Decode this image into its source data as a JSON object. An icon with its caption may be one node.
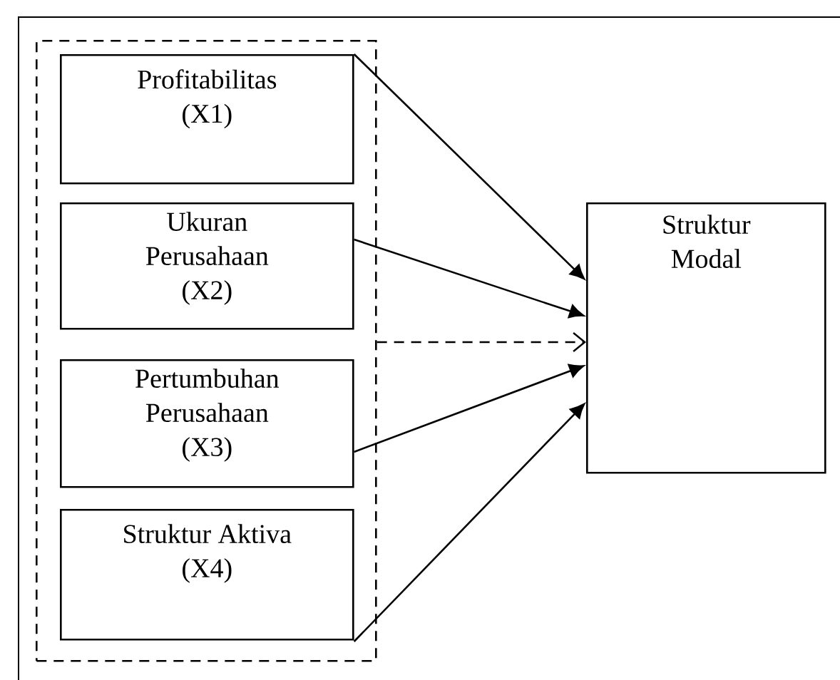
{
  "diagram": {
    "nodes": [
      {
        "text": [],
        "shape": "box"
      },
      {
        "text": [
          "Profitabilitas (X1)"
        ],
        "in": 0
      },
      {
        "text": [
          "Ukuran Perusahaan (X2)"
        ],
        "in": 0
      },
      {
        "text": [
          "Pertumbuhan Perusahaan (X3)"
        ],
        "in": 0
      },
      {
        "text": [
          "Struktur Aktiva (X4)"
        ],
        "in": 0
      },
      {
        "text": [
          "Struktur Modal"
        ]
      }
    ],
    "edges": [
      {
        "from": 1,
        "to": 5,
        "arrow": "to"
      },
      {
        "from": 2,
        "to": 5,
        "arrow": "to"
      },
      {
        "from": 0,
        "to": 5,
        "arrow": "to",
        "style": "dashed"
      },
      {
        "from": 3,
        "to": 5,
        "arrow": "to"
      },
      {
        "from": 4,
        "to": 5,
        "arrow": "to"
      }
    ]
  }
}
